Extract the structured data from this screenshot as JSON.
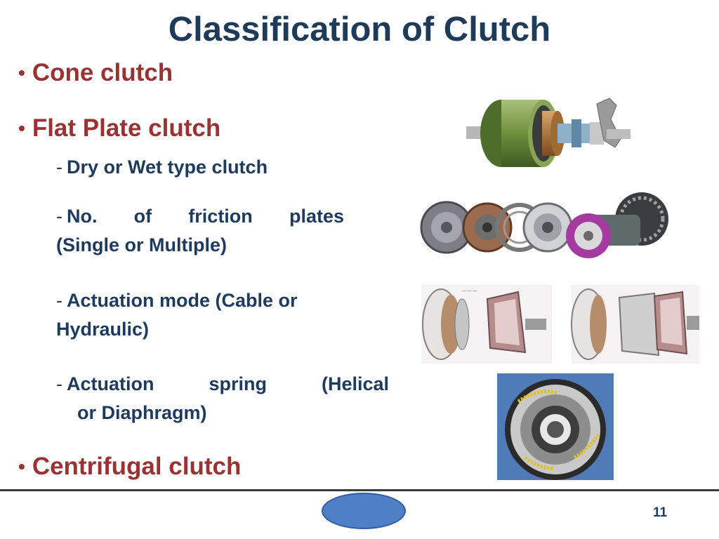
{
  "slide": {
    "title": "Classification of Clutch",
    "bullets": [
      "Cone clutch",
      "Flat Plate clutch",
      "Centrifugal clutch"
    ],
    "sub_items": [
      {
        "dash": "-",
        "text": "Dry or Wet type clutch"
      },
      {
        "dash": "-",
        "line1": "No.  of  friction  plates",
        "line2": "(Single or Multiple)"
      },
      {
        "dash": "-",
        "line1": "Actuation mode (Cable or",
        "line2": "Hydraulic)"
      },
      {
        "dash": "-",
        "line1": "Actuation  spring     (Helical",
        "line2": "or Diaphragm)"
      }
    ],
    "page_number": "11"
  }
}
